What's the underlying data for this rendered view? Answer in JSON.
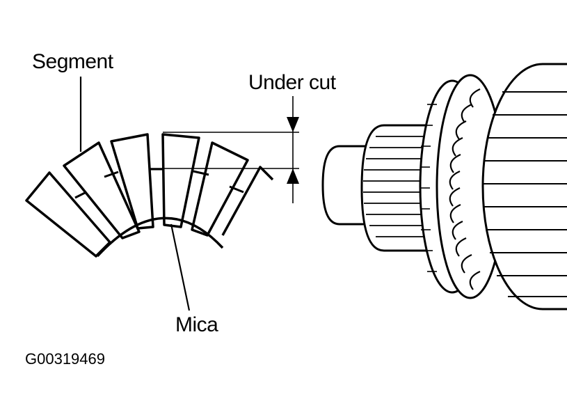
{
  "labels": {
    "segment": "Segment",
    "under_cut": "Under cut",
    "mica": "Mica",
    "figure_code": "G00319469"
  }
}
